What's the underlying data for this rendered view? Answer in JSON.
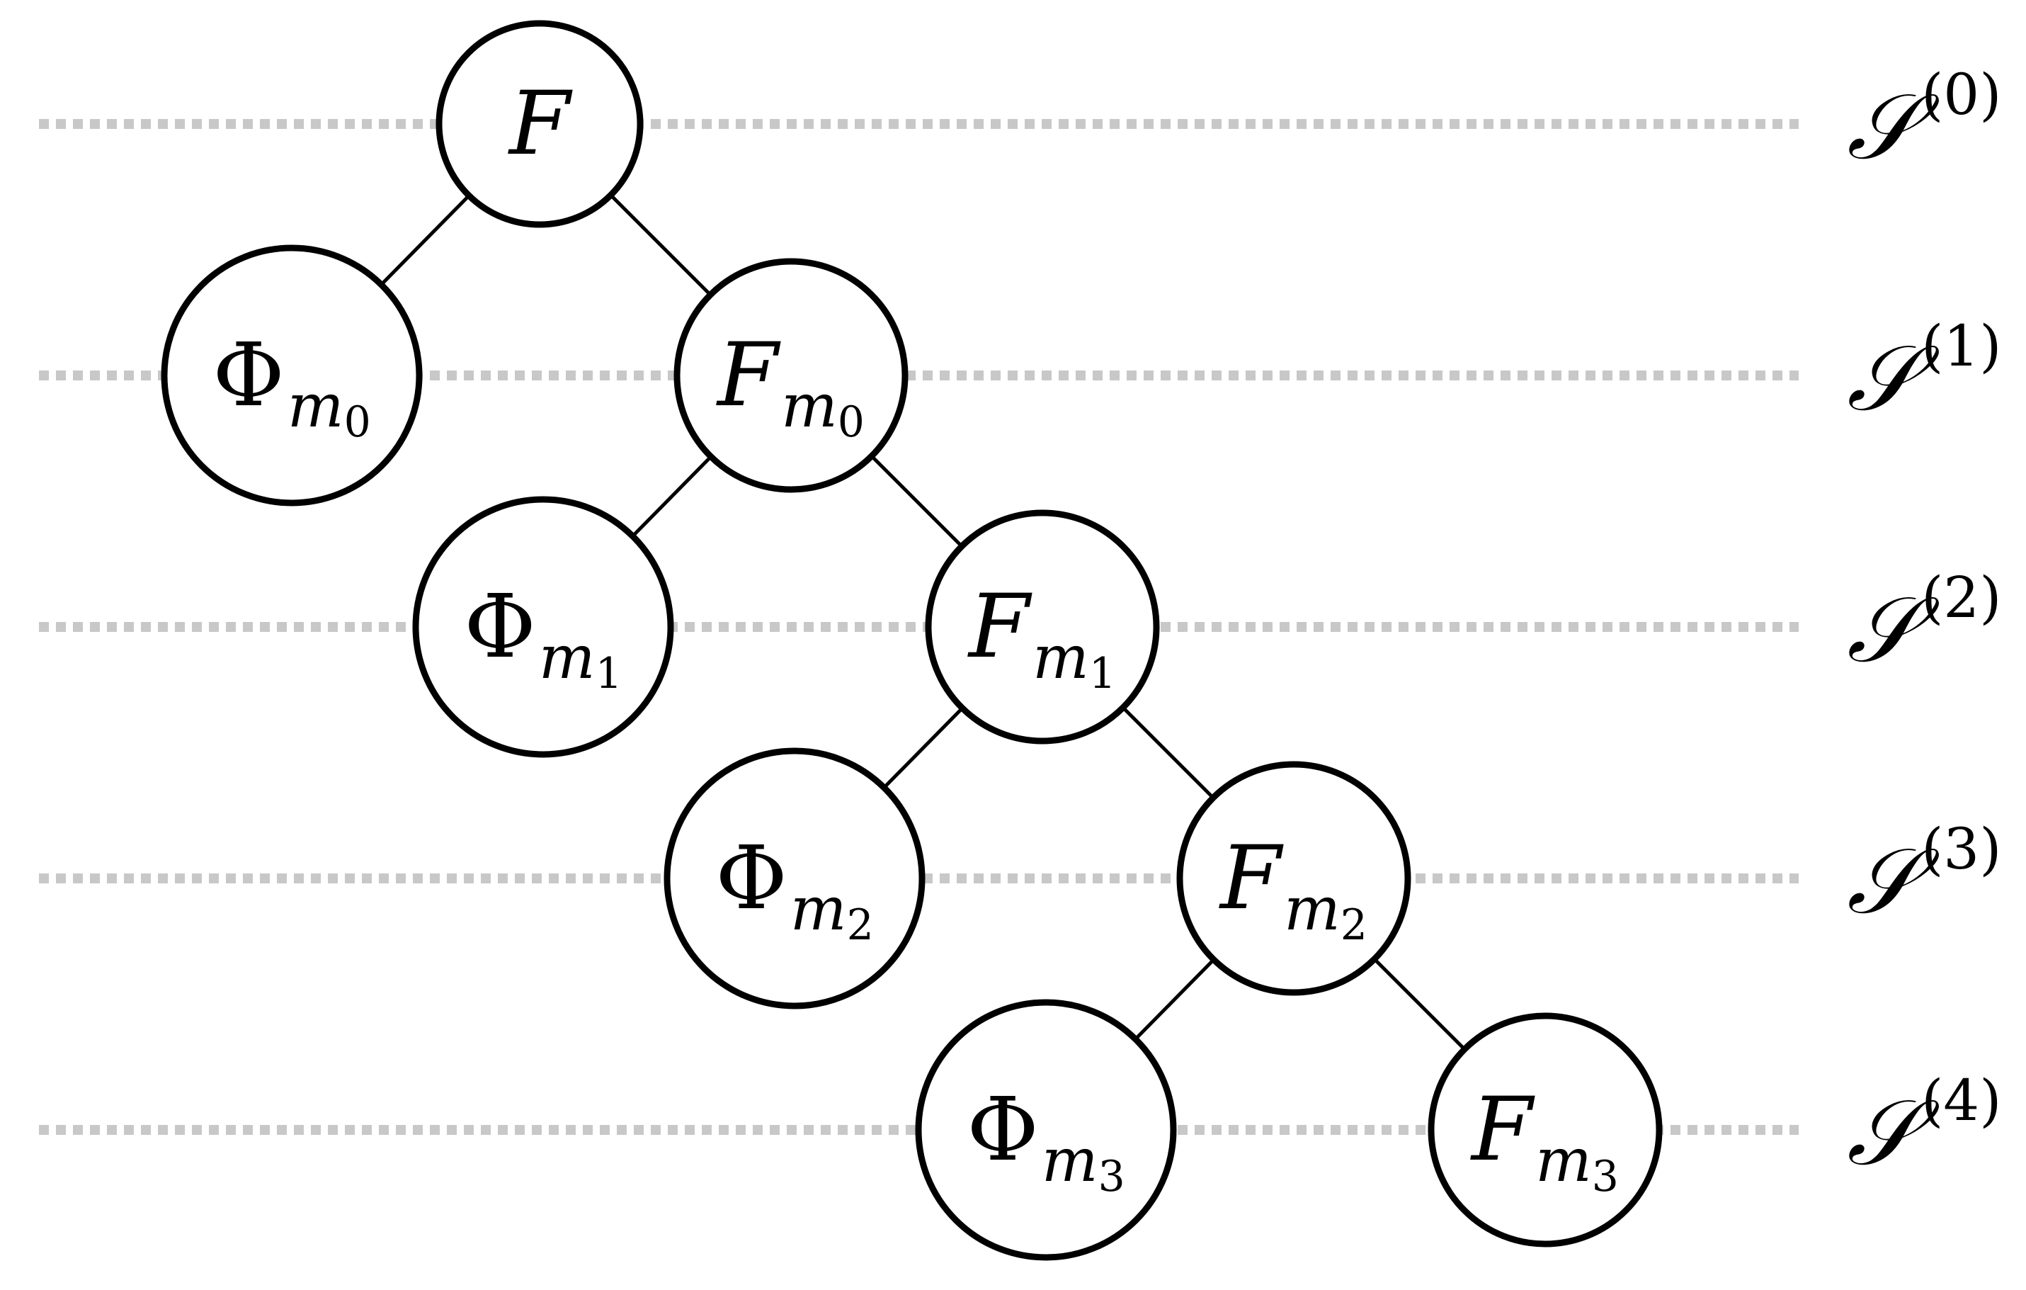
{
  "levels": [
    {
      "symbol": "𝒮",
      "superscript": "(0)"
    },
    {
      "symbol": "𝒮",
      "superscript": "(1)"
    },
    {
      "symbol": "𝒮",
      "superscript": "(2)"
    },
    {
      "symbol": "𝒮",
      "superscript": "(3)"
    },
    {
      "symbol": "𝒮",
      "superscript": "(4)"
    }
  ],
  "nodes": [
    {
      "id": "F",
      "main": "F",
      "sub": "",
      "subsub": "",
      "level": 0
    },
    {
      "id": "Phi_m0",
      "main": "Φ",
      "sub": "m",
      "subsub": "0",
      "level": 1
    },
    {
      "id": "F_m0",
      "main": "F",
      "sub": "m",
      "subsub": "0",
      "level": 1
    },
    {
      "id": "Phi_m1",
      "main": "Φ",
      "sub": "m",
      "subsub": "1",
      "level": 2
    },
    {
      "id": "F_m1",
      "main": "F",
      "sub": "m",
      "subsub": "1",
      "level": 2
    },
    {
      "id": "Phi_m2",
      "main": "Φ",
      "sub": "m",
      "subsub": "2",
      "level": 3
    },
    {
      "id": "F_m2",
      "main": "F",
      "sub": "m",
      "subsub": "2",
      "level": 3
    },
    {
      "id": "Phi_m3",
      "main": "Φ",
      "sub": "m",
      "subsub": "3",
      "level": 4
    },
    {
      "id": "F_m3",
      "main": "F",
      "sub": "m",
      "subsub": "3",
      "level": 4
    }
  ],
  "edges": [
    {
      "from": "F",
      "to": "Phi_m0"
    },
    {
      "from": "F",
      "to": "F_m0"
    },
    {
      "from": "F_m0",
      "to": "Phi_m1"
    },
    {
      "from": "F_m0",
      "to": "F_m1"
    },
    {
      "from": "F_m1",
      "to": "Phi_m2"
    },
    {
      "from": "F_m1",
      "to": "F_m2"
    },
    {
      "from": "F_m2",
      "to": "Phi_m3"
    },
    {
      "from": "F_m2",
      "to": "F_m3"
    }
  ],
  "colors": {
    "level_line": "#c8c8c8",
    "stroke": "#000000",
    "node_fill": "#ffffff"
  }
}
